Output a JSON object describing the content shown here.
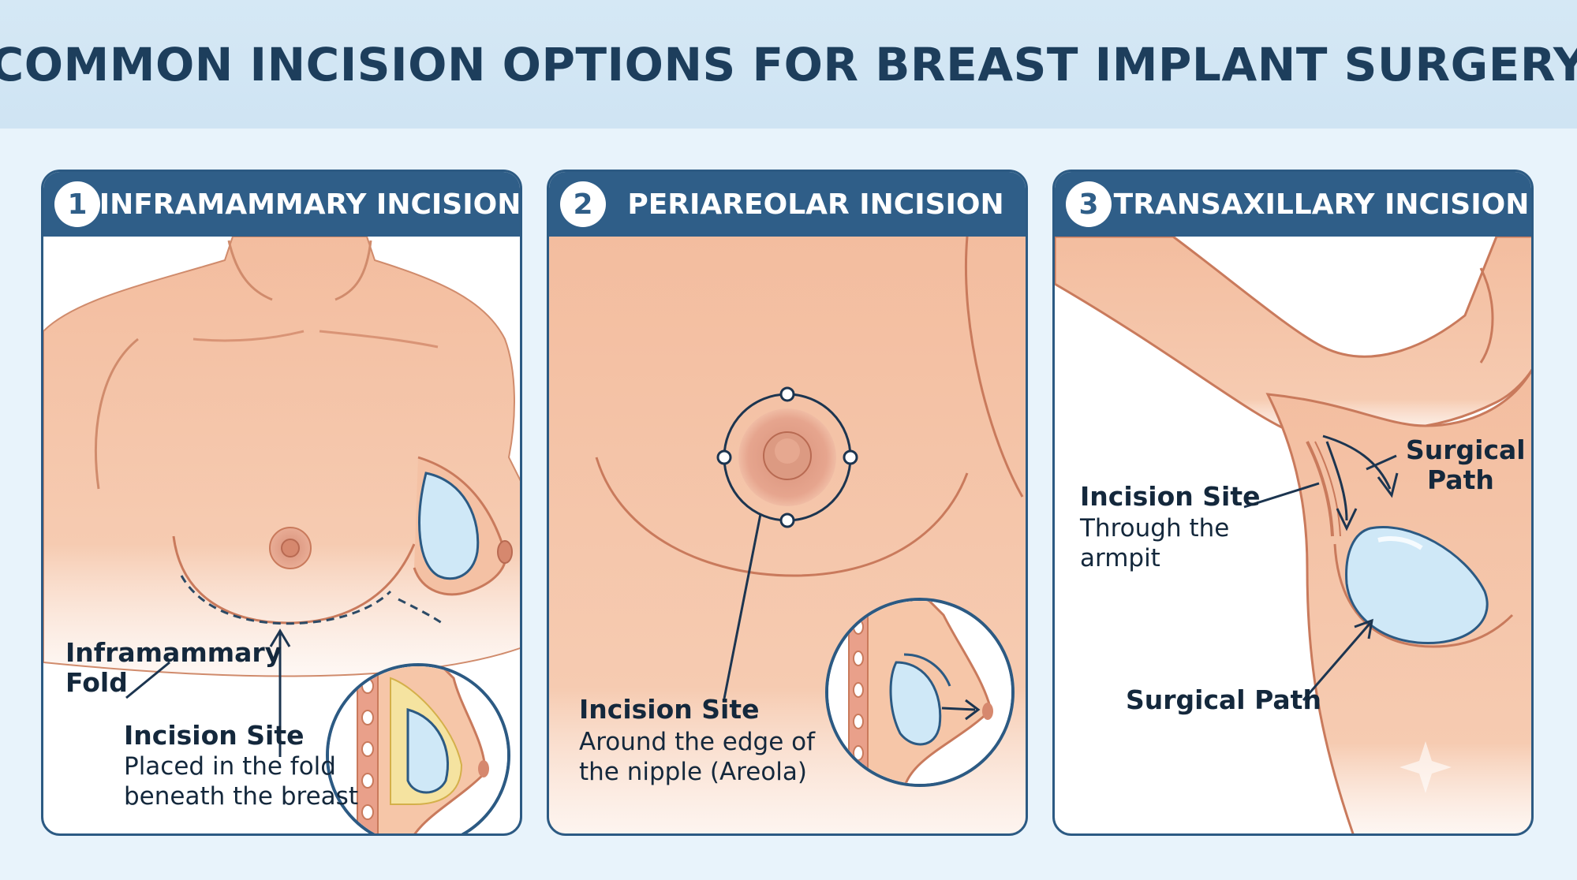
{
  "title": "COMMON INCISION OPTIONS FOR BREAST IMPLANT SURGERY",
  "panels": [
    {
      "number": "1",
      "title": "INFRAMAMMARY INCISION",
      "labels": {
        "fold_line1": "Inframammary",
        "fold_line2": "Fold",
        "site_title": "Incision Site",
        "site_desc1": "Placed in the fold",
        "site_desc2": "beneath the breast"
      }
    },
    {
      "number": "2",
      "title": "PERIAREOLAR INCISION",
      "labels": {
        "site_title": "Incision Site",
        "site_desc1": "Around the edge of",
        "site_desc2": "the nipple (Areola)"
      }
    },
    {
      "number": "3",
      "title": "TRANSAXILLARY INCISION",
      "labels": {
        "site_title": "Incision Site",
        "site_desc1": "Through the",
        "site_desc2": "armpit",
        "path_top_line1": "Surgical",
        "path_top_line2": "Path",
        "path_bottom": "Surgical Path"
      }
    }
  ],
  "colors": {
    "header": "#2f5e88",
    "skin": "#f6c6a8",
    "skin_shadow": "#e8a584",
    "outline": "#c97a5c",
    "implant": "#cfe8f7",
    "label_text": "#14283c"
  }
}
